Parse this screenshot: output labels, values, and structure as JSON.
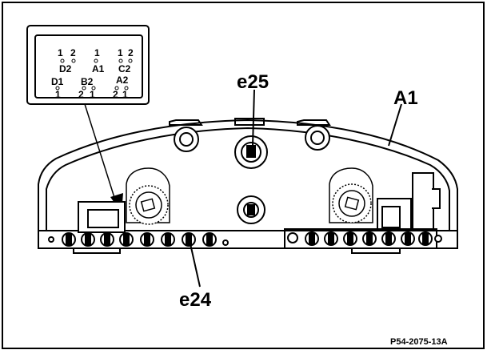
{
  "labels": {
    "e25": "e25",
    "A1": "A1",
    "e24": "e24",
    "ref": "P54-2075-13A"
  },
  "connector": {
    "top_left_1": "1",
    "top_left_2": "2",
    "top_mid_1": "1",
    "top_right_1": "1",
    "top_right_2": "2",
    "D2": "D2",
    "A1": "A1",
    "C2": "C2",
    "D1": "D1",
    "B2": "B2",
    "A2": "A2",
    "bot_d1_1": "1",
    "bot_b2_2": "2",
    "bot_b2_1": "1",
    "bot_a2_2": "2",
    "bot_a2_1": "1"
  }
}
